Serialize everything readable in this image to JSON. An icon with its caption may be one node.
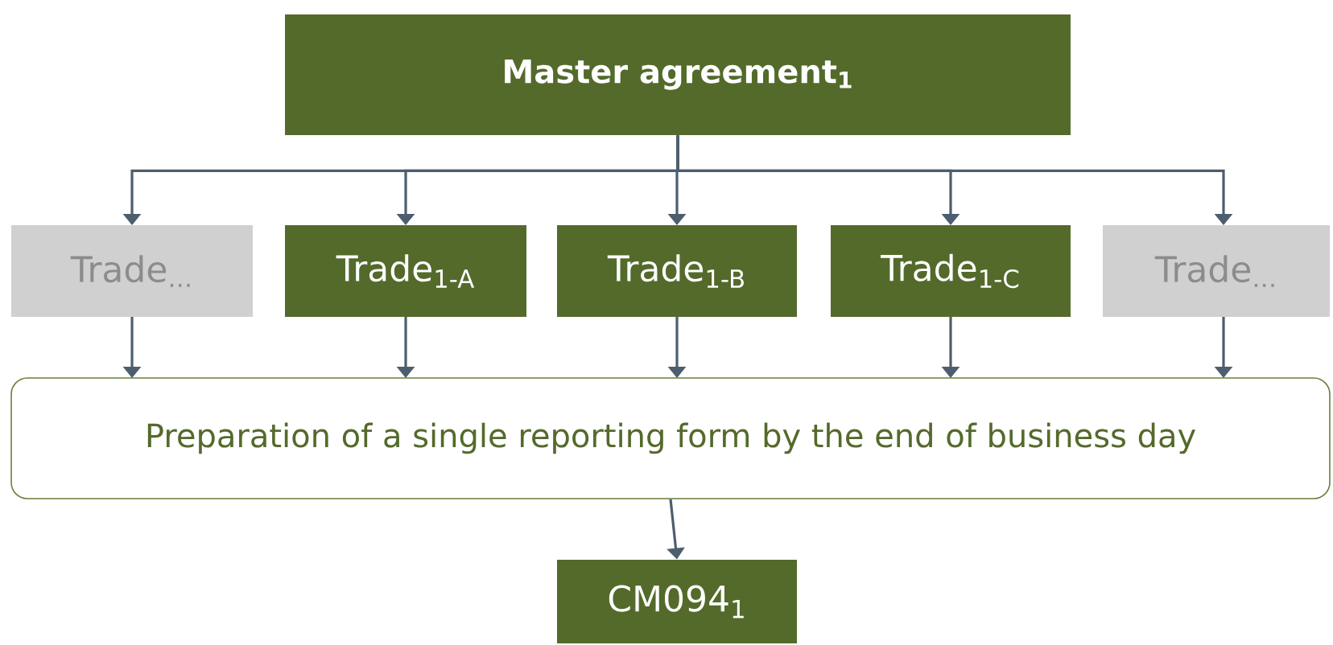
{
  "diagram": {
    "nodes": [
      {
        "text": [
          "Master agreement$_{1}$"
        ]
      },
      {
        "text": [
          "Trade$_{…}$"
        ]
      },
      {
        "text": [
          "Trade$_{1-A}$"
        ]
      },
      {
        "text": [
          "Trade$_{1-B}$"
        ]
      },
      {
        "text": [
          "Trade$_{1-C}$"
        ]
      },
      {
        "text": [
          "Trade$_{…}$"
        ]
      },
      {
        "text": [
          "Preparation of a single reporting form by the end of business day"
        ]
      },
      {
        "text": [
          "CM094$_{1}$"
        ]
      }
    ],
    "edges": [
      {
        "from": 0,
        "to": 1,
        "arrow": "to"
      },
      {
        "from": 0,
        "to": 2,
        "arrow": "to"
      },
      {
        "from": 0,
        "to": 3,
        "arrow": "to"
      },
      {
        "from": 0,
        "to": 4,
        "arrow": "to"
      },
      {
        "from": 0,
        "to": 5,
        "arrow": "to"
      },
      {
        "from": 1,
        "to": 6,
        "arrow": "to"
      },
      {
        "from": 2,
        "to": 6,
        "arrow": "to"
      },
      {
        "from": 3,
        "to": 6,
        "arrow": "to"
      },
      {
        "from": 4,
        "to": 6,
        "arrow": "to"
      },
      {
        "from": 5,
        "to": 6,
        "arrow": "to"
      },
      {
        "from": 6,
        "to": 7,
        "arrow": "to"
      }
    ]
  }
}
